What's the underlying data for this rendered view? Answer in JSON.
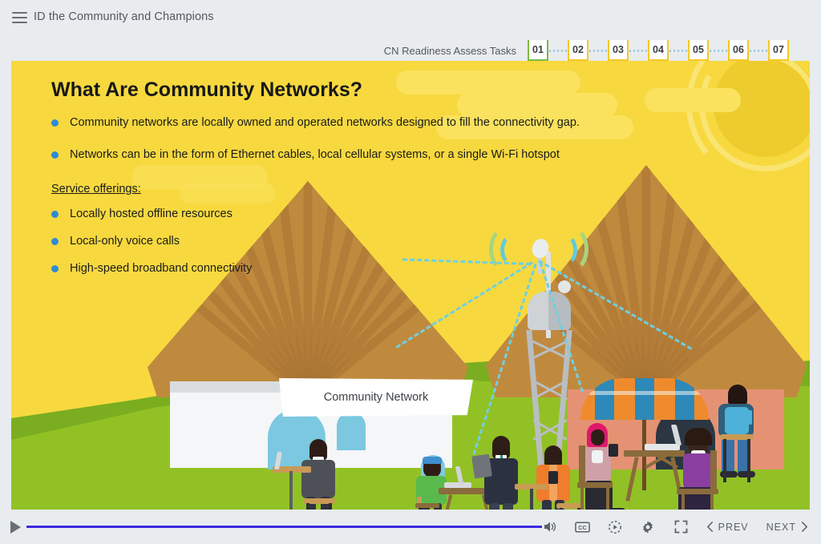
{
  "topbar": {
    "menu_icon": "hamburger-icon",
    "title": "ID the Community and Champions"
  },
  "tabstrip": {
    "label": "CN Readiness Assess Tasks",
    "active_index": 0,
    "active_color": "#7dbb42",
    "inactive_color": "#f6c827",
    "tabs": [
      "01",
      "02",
      "03",
      "04",
      "05",
      "06",
      "07"
    ]
  },
  "slide": {
    "background_color": "#f7d93f",
    "heading": "What Are Community Networks?",
    "bullets": [
      "Community networks are locally owned and operated networks designed to fill the connectivity gap.",
      "Networks can be in the form of Ethernet cables, local cellular systems, or a single Wi-Fi hotspot"
    ],
    "subheading": "Service offerings:",
    "service_bullets": [
      "Locally hosted offline resources",
      "Local-only voice calls",
      "High-speed broadband connectivity"
    ],
    "callout_label": "Community Network",
    "bullet_color": "#2e8ad4",
    "illustration": {
      "roof_color": "#c08a3e",
      "grass_color": "#92c125",
      "grass_dark_color": "#7aae20",
      "signal_color": "#6fcfe2",
      "house_color": "#e59274",
      "umbrella_colors": [
        "#ef8b2c",
        "#2d89b8"
      ]
    }
  },
  "player": {
    "play_icon": "play-icon",
    "progress_percent": 100,
    "progress_color": "#3a2ae0",
    "controls": [
      {
        "icon": "volume-icon",
        "label": ""
      },
      {
        "icon": "closed-caption-icon",
        "label": "CC"
      },
      {
        "icon": "replay-icon",
        "label": ""
      },
      {
        "icon": "gear-icon",
        "label": ""
      },
      {
        "icon": "fullscreen-icon",
        "label": ""
      }
    ],
    "prev_label": "PREV",
    "next_label": "NEXT"
  }
}
